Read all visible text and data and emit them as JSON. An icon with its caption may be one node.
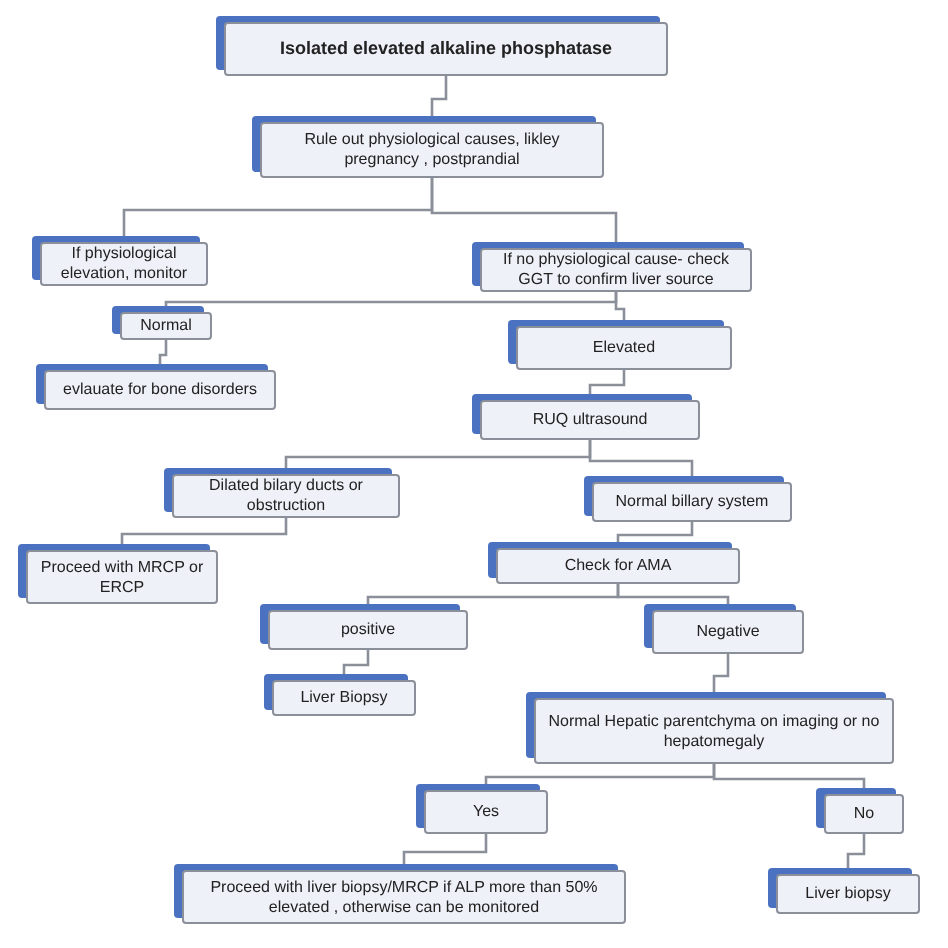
{
  "diagram": {
    "nodes": [
      {
        "text": [
          "Isolated elevated alkaline phosphatase"
        ]
      },
      {
        "text": [
          "Rule out physiological causes, likley pregnancy , postprandial"
        ]
      },
      {
        "text": [
          "If physiological elevation, monitor"
        ]
      },
      {
        "text": [
          "If no physiological cause- check GGT to confirm liver source"
        ]
      },
      {
        "text": [
          "Normal"
        ]
      },
      {
        "text": [
          "evlauate for bone disorders"
        ]
      },
      {
        "text": [
          "Elevated"
        ]
      },
      {
        "text": [
          "RUQ ultrasound"
        ]
      },
      {
        "text": [
          "Dilated bilary ducts or obstruction"
        ]
      },
      {
        "text": [
          "Normal billary system"
        ]
      },
      {
        "text": [
          "Proceed with MRCP or ERCP"
        ]
      },
      {
        "text": [
          "Check for AMA"
        ]
      },
      {
        "text": [
          "positive"
        ]
      },
      {
        "text": [
          "Negative"
        ]
      },
      {
        "text": [
          "Liver Biopsy"
        ]
      },
      {
        "text": [
          "Normal Hepatic parentchyma on imaging or no hepatomegaly"
        ]
      },
      {
        "text": [
          "Yes"
        ]
      },
      {
        "text": [
          "No"
        ]
      },
      {
        "text": [
          "Proceed with liver biopsy/MRCP if ALP more than 50% elevated  , otherwise can be monitored"
        ]
      },
      {
        "text": [
          "Liver biopsy"
        ]
      }
    ],
    "edges": [
      {
        "from": 0,
        "to": 1,
        "arrow": "none"
      },
      {
        "from": 1,
        "to": 2,
        "arrow": "none"
      },
      {
        "from": 1,
        "to": 3,
        "arrow": "none"
      },
      {
        "from": 3,
        "to": 4,
        "arrow": "none"
      },
      {
        "from": 4,
        "to": 5,
        "arrow": "none"
      },
      {
        "from": 3,
        "to": 6,
        "arrow": "none"
      },
      {
        "from": 6,
        "to": 7,
        "arrow": "none"
      },
      {
        "from": 7,
        "to": 8,
        "arrow": "none"
      },
      {
        "from": 7,
        "to": 9,
        "arrow": "none"
      },
      {
        "from": 8,
        "to": 10,
        "arrow": "none"
      },
      {
        "from": 9,
        "to": 11,
        "arrow": "none"
      },
      {
        "from": 11,
        "to": 12,
        "arrow": "none"
      },
      {
        "from": 11,
        "to": 13,
        "arrow": "none"
      },
      {
        "from": 12,
        "to": 14,
        "arrow": "none"
      },
      {
        "from": 13,
        "to": 15,
        "arrow": "none"
      },
      {
        "from": 15,
        "to": 16,
        "arrow": "none"
      },
      {
        "from": 15,
        "to": 17,
        "arrow": "none"
      },
      {
        "from": 16,
        "to": 18,
        "arrow": "none"
      },
      {
        "from": 17,
        "to": 19,
        "arrow": "none"
      }
    ]
  }
}
